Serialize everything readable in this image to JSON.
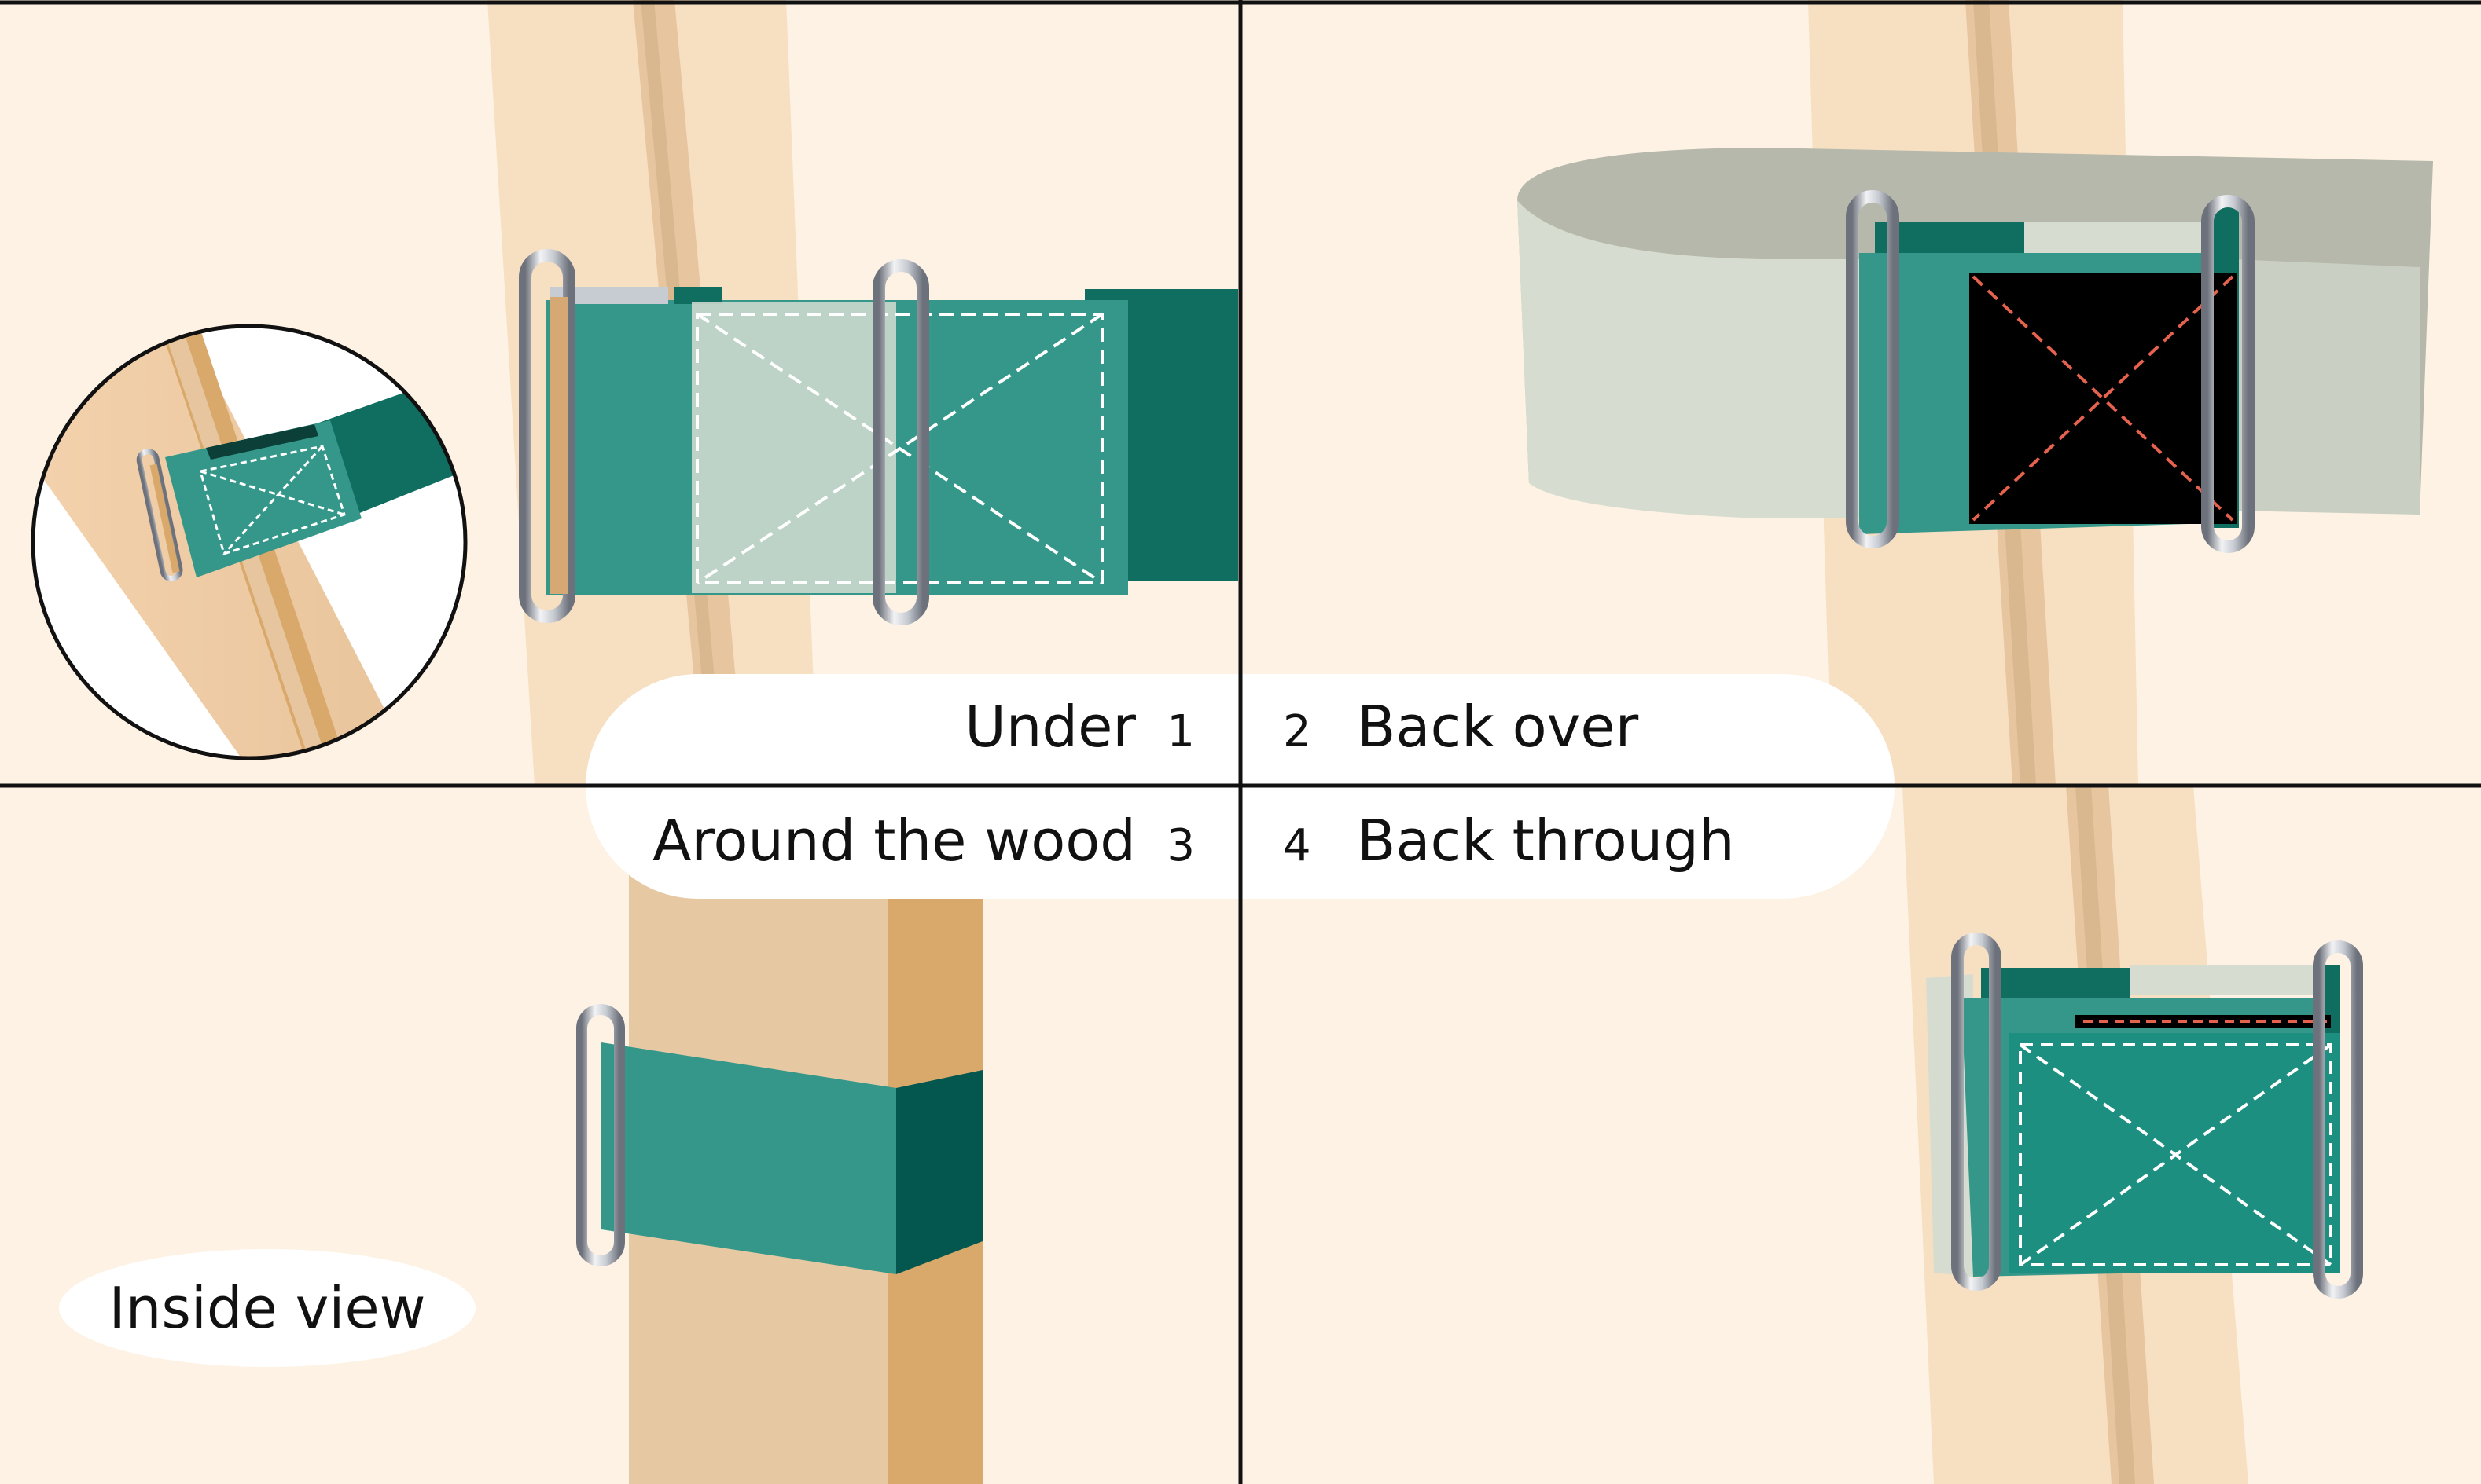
{
  "steps": [
    {
      "number": "1",
      "label": "Under"
    },
    {
      "number": "2",
      "label": "Back over"
    },
    {
      "number": "3",
      "label": "Around the wood"
    },
    {
      "number": "4",
      "label": "Back through"
    }
  ],
  "inset_label": "Inside view",
  "colors": {
    "background": "#fdf2e3",
    "wood_light": "#f7dfc2",
    "wood_mid": "#e6c59f",
    "wood_dark": "#d9a86b",
    "strap_teal": "#34978a",
    "strap_dark": "#0f6e5f",
    "strap_darker": "#03574f",
    "strap_back": "#c9d2c4",
    "buckle_steel": "#9ba1ad",
    "stitch_white": "#ffffff",
    "stitch_red": "#e5624e",
    "hook_black": "#000000",
    "divider": "#111111"
  }
}
